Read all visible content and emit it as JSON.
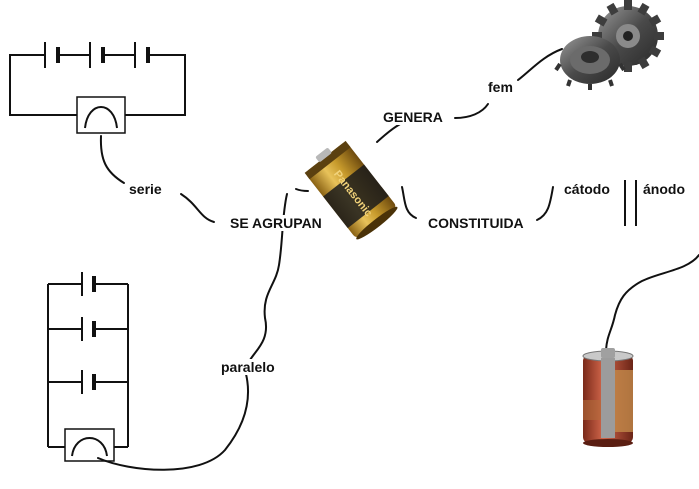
{
  "diagram": {
    "labels": {
      "serie": "serie",
      "se_agrupan": "SE AGRUPAN",
      "paralelo": "paralelo",
      "genera": "GENERA",
      "fem": "fem",
      "constituida": "CONSTITUIDA",
      "catodo": "cátodo",
      "anodo": "ánodo"
    },
    "battery_brand": "Panasonic",
    "colors": {
      "line": "#111111",
      "battery_gold": "#c79a2c",
      "battery_black": "#1b1b1b",
      "gear_metal": "#5a5a5a",
      "cell_red": "#b84a32"
    }
  }
}
